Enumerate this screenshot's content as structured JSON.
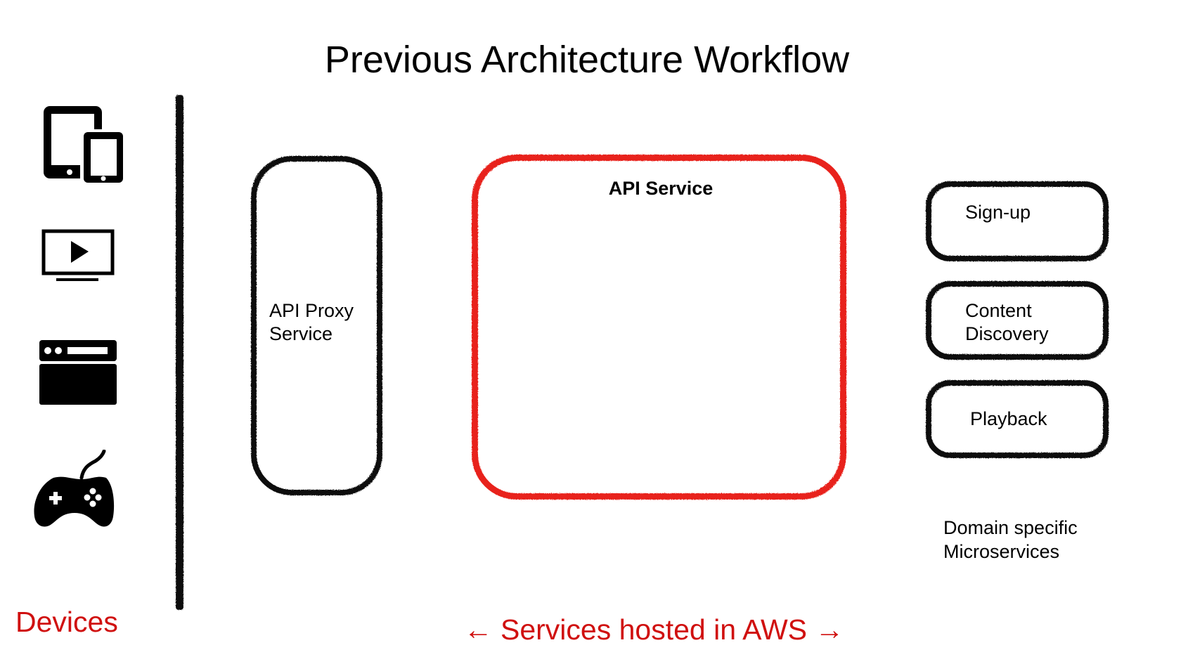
{
  "title": "Previous Architecture Workflow",
  "devices": {
    "label": "Devices",
    "icons": [
      "tablet-phone-icon",
      "tv-play-icon",
      "browser-window-icon",
      "gamepad-icon"
    ]
  },
  "services": {
    "proxy": {
      "label": "API Proxy Service",
      "line1": "API Proxy",
      "line2": "Service",
      "border_color": "#111111"
    },
    "api": {
      "label": "API Service",
      "border_color": "#e8241c"
    },
    "microservices": [
      {
        "lines": [
          "Sign-up"
        ]
      },
      {
        "lines": [
          "Content",
          "Discovery"
        ]
      },
      {
        "lines": [
          "Playback"
        ]
      }
    ],
    "microservices_caption": {
      "line1": "Domain specific",
      "line2": "Microservices"
    }
  },
  "aws_label": "← Services hosted in AWS →",
  "colors": {
    "accent": "#d0100f",
    "api_border": "#e8241c",
    "ink": "#111111"
  }
}
